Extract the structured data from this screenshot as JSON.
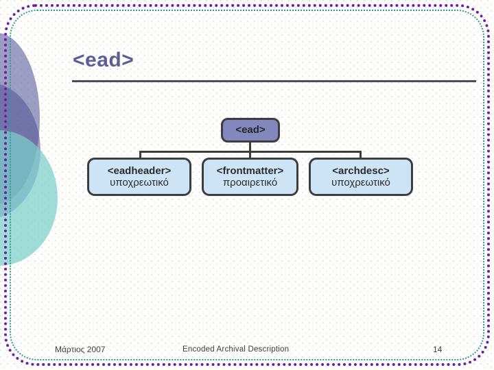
{
  "slide": {
    "title": "<ead>",
    "colors": {
      "title_text": "#5b5e95",
      "rule": "#4a4d5e",
      "root_node_fill": "#8287bd",
      "child_node_fill": "#cde4f7",
      "node_border": "#3d3d3d",
      "frame_outer": "#6b1f9e",
      "frame_inner": "#2e9898",
      "deco_circle_purple": "#6062a0",
      "deco_circle_teal": "#7acec9",
      "background": "#fdfdfc"
    }
  },
  "diagram": {
    "type": "tree",
    "root": {
      "tag": "<ead>",
      "sub": ""
    },
    "children": [
      {
        "tag": "<eadheader>",
        "sub": "υποχρεωτικό"
      },
      {
        "tag": "<frontmatter>",
        "sub": "προαιρετικό"
      },
      {
        "tag": "<archdesc>",
        "sub": "υποχρεωτικό"
      }
    ]
  },
  "footer": {
    "date": "Μάρτιος 2007",
    "center": "Encoded Archival Description",
    "page": "14"
  }
}
